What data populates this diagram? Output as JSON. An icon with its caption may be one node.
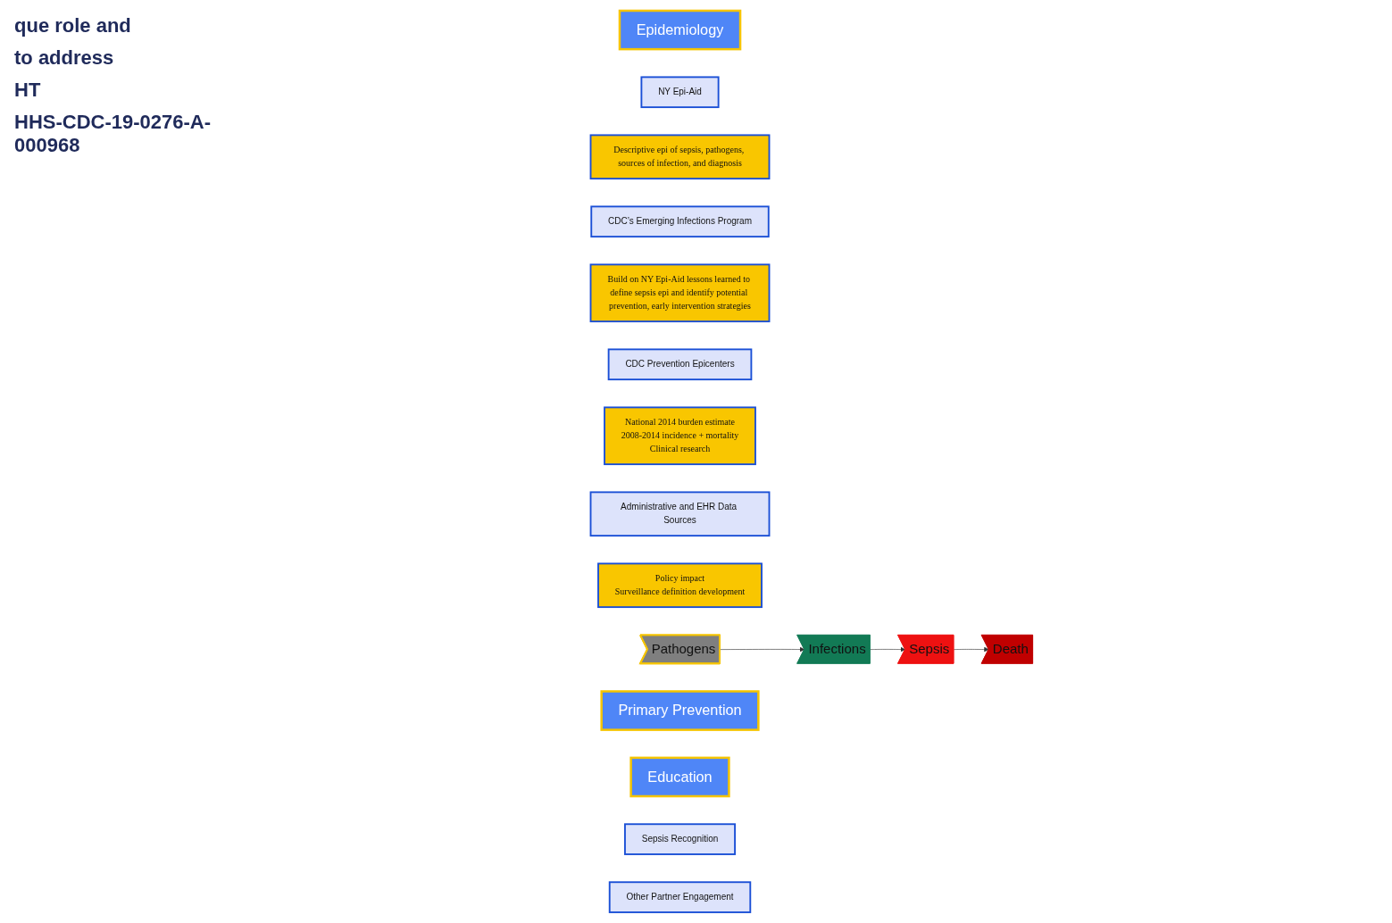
{
  "diagram": {
    "nodes": [
      {
        "text": [
          "Epidemiology"
        ]
      },
      {
        "text": [
          "NY Epi-Aid"
        ]
      },
      {
        "text": [
          "Descriptive epi of sepsis, pathogens, sources of infection, and diagnosis"
        ]
      },
      {
        "text": [
          "CDC’s Emerging Infections Program"
        ]
      },
      {
        "text": [
          "Build on NY Epi-Aid lessons learned to define sepsis epi and identify potential prevention, early intervention strategies"
        ]
      },
      {
        "text": [
          "CDC Prevention Epicenters"
        ]
      },
      {
        "text": [
          "National 2014 burden estimate",
          "2008-2014 incidence + mortality",
          "Clinical research"
        ]
      },
      {
        "text": [
          "Administrative and EHR Data Sources"
        ]
      },
      {
        "text": [
          "Policy impact",
          "Surveillance definition development"
        ]
      },
      {
        "text": [
          "Pathogens"
        ]
      },
      {
        "text": [
          "Infections"
        ]
      },
      {
        "text": [
          "Sepsis"
        ]
      },
      {
        "text": [
          "Death"
        ]
      },
      {
        "text": [
          "Primary Prevention"
        ]
      },
      {
        "text": [
          "Education"
        ]
      },
      {
        "text": [
          "Sepsis Recognition"
        ]
      },
      {
        "text": [
          "Other Partner Engagement"
        ]
      }
    ],
    "edges": [
      {
        "from": 9,
        "to": 10,
        "arrow": "to"
      },
      {
        "from": 10,
        "to": 11,
        "arrow": "to"
      },
      {
        "from": 11,
        "to": 12,
        "arrow": "to"
      }
    ],
    "labels": [
      "que role and",
      "to address",
      "HT",
      "HHS-CDC-19-0276-A-000968"
    ]
  }
}
